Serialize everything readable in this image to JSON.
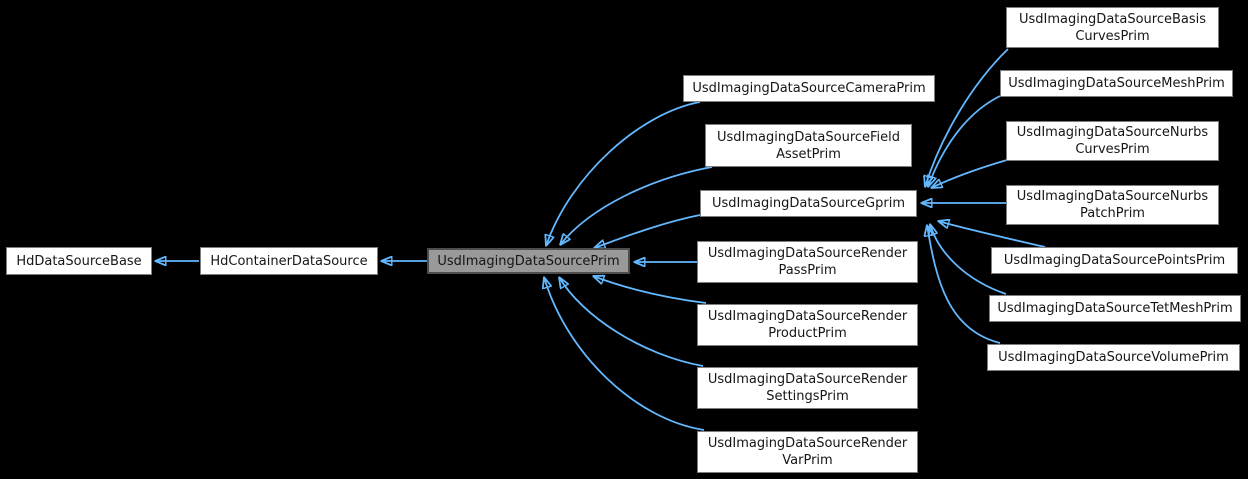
{
  "diagram": {
    "kind": "class-inheritance-graph",
    "background_color": "#000000",
    "edge_color": "#63B8FF",
    "node_fill": "#ffffff",
    "node_border_color": "#7e7e7e",
    "selected_node_fill": "#999999",
    "selected_node_border_color": "#4d4d4d",
    "text_color": "#161616"
  },
  "nodes": [
    {
      "id": "HdDataSourceBase",
      "label": "HdDataSourceBase",
      "lines": [
        "HdDataSourceBase"
      ],
      "selected": false
    },
    {
      "id": "HdContainerDataSource",
      "label": "HdContainerDataSource",
      "lines": [
        "HdContainerDataSource"
      ],
      "selected": false
    },
    {
      "id": "UsdImagingDataSourcePrim",
      "label": "UsdImagingDataSourcePrim",
      "lines": [
        "UsdImagingDataSourcePrim"
      ],
      "selected": true
    },
    {
      "id": "UsdImagingDataSourceCameraPrim",
      "label": "UsdImagingDataSourceCameraPrim",
      "lines": [
        "UsdImagingDataSourceCameraPrim"
      ],
      "selected": false
    },
    {
      "id": "UsdImagingDataSourceFieldAssetPrim",
      "label": "UsdImagingDataSourceFieldAssetPrim",
      "lines": [
        "UsdImagingDataSourceField",
        "AssetPrim"
      ],
      "selected": false
    },
    {
      "id": "UsdImagingDataSourceGprim",
      "label": "UsdImagingDataSourceGprim",
      "lines": [
        "UsdImagingDataSourceGprim"
      ],
      "selected": false
    },
    {
      "id": "UsdImagingDataSourceRenderPassPrim",
      "label": "UsdImagingDataSourceRenderPassPrim",
      "lines": [
        "UsdImagingDataSourceRender",
        "PassPrim"
      ],
      "selected": false
    },
    {
      "id": "UsdImagingDataSourceRenderProductPrim",
      "label": "UsdImagingDataSourceRenderProductPrim",
      "lines": [
        "UsdImagingDataSourceRender",
        "ProductPrim"
      ],
      "selected": false
    },
    {
      "id": "UsdImagingDataSourceRenderSettingsPrim",
      "label": "UsdImagingDataSourceRenderSettingsPrim",
      "lines": [
        "UsdImagingDataSourceRender",
        "SettingsPrim"
      ],
      "selected": false
    },
    {
      "id": "UsdImagingDataSourceRenderVarPrim",
      "label": "UsdImagingDataSourceRenderVarPrim",
      "lines": [
        "UsdImagingDataSourceRender",
        "VarPrim"
      ],
      "selected": false
    },
    {
      "id": "UsdImagingDataSourceBasisCurvesPrim",
      "label": "UsdImagingDataSourceBasisCurvesPrim",
      "lines": [
        "UsdImagingDataSourceBasis",
        "CurvesPrim"
      ],
      "selected": false
    },
    {
      "id": "UsdImagingDataSourceMeshPrim",
      "label": "UsdImagingDataSourceMeshPrim",
      "lines": [
        "UsdImagingDataSourceMeshPrim"
      ],
      "selected": false
    },
    {
      "id": "UsdImagingDataSourceNurbsCurvesPrim",
      "label": "UsdImagingDataSourceNurbsCurvesPrim",
      "lines": [
        "UsdImagingDataSourceNurbs",
        "CurvesPrim"
      ],
      "selected": false
    },
    {
      "id": "UsdImagingDataSourceNurbsPatchPrim",
      "label": "UsdImagingDataSourceNurbsPatchPrim",
      "lines": [
        "UsdImagingDataSourceNurbs",
        "PatchPrim"
      ],
      "selected": false
    },
    {
      "id": "UsdImagingDataSourcePointsPrim",
      "label": "UsdImagingDataSourcePointsPrim",
      "lines": [
        "UsdImagingDataSourcePointsPrim"
      ],
      "selected": false
    },
    {
      "id": "UsdImagingDataSourceTetMeshPrim",
      "label": "UsdImagingDataSourceTetMeshPrim",
      "lines": [
        "UsdImagingDataSourceTetMeshPrim"
      ],
      "selected": false
    },
    {
      "id": "UsdImagingDataSourceVolumePrim",
      "label": "UsdImagingDataSourceVolumePrim",
      "lines": [
        "UsdImagingDataSourceVolumePrim"
      ],
      "selected": false
    }
  ],
  "edges": [
    {
      "from": "HdContainerDataSource",
      "to": "HdDataSourceBase"
    },
    {
      "from": "UsdImagingDataSourcePrim",
      "to": "HdContainerDataSource"
    },
    {
      "from": "UsdImagingDataSourceCameraPrim",
      "to": "UsdImagingDataSourcePrim"
    },
    {
      "from": "UsdImagingDataSourceFieldAssetPrim",
      "to": "UsdImagingDataSourcePrim"
    },
    {
      "from": "UsdImagingDataSourceGprim",
      "to": "UsdImagingDataSourcePrim"
    },
    {
      "from": "UsdImagingDataSourceRenderPassPrim",
      "to": "UsdImagingDataSourcePrim"
    },
    {
      "from": "UsdImagingDataSourceRenderProductPrim",
      "to": "UsdImagingDataSourcePrim"
    },
    {
      "from": "UsdImagingDataSourceRenderSettingsPrim",
      "to": "UsdImagingDataSourcePrim"
    },
    {
      "from": "UsdImagingDataSourceRenderVarPrim",
      "to": "UsdImagingDataSourcePrim"
    },
    {
      "from": "UsdImagingDataSourceBasisCurvesPrim",
      "to": "UsdImagingDataSourceGprim"
    },
    {
      "from": "UsdImagingDataSourceMeshPrim",
      "to": "UsdImagingDataSourceGprim"
    },
    {
      "from": "UsdImagingDataSourceNurbsCurvesPrim",
      "to": "UsdImagingDataSourceGprim"
    },
    {
      "from": "UsdImagingDataSourceNurbsPatchPrim",
      "to": "UsdImagingDataSourceGprim"
    },
    {
      "from": "UsdImagingDataSourcePointsPrim",
      "to": "UsdImagingDataSourceGprim"
    },
    {
      "from": "UsdImagingDataSourceTetMeshPrim",
      "to": "UsdImagingDataSourceGprim"
    },
    {
      "from": "UsdImagingDataSourceVolumePrim",
      "to": "UsdImagingDataSourceGprim"
    }
  ]
}
